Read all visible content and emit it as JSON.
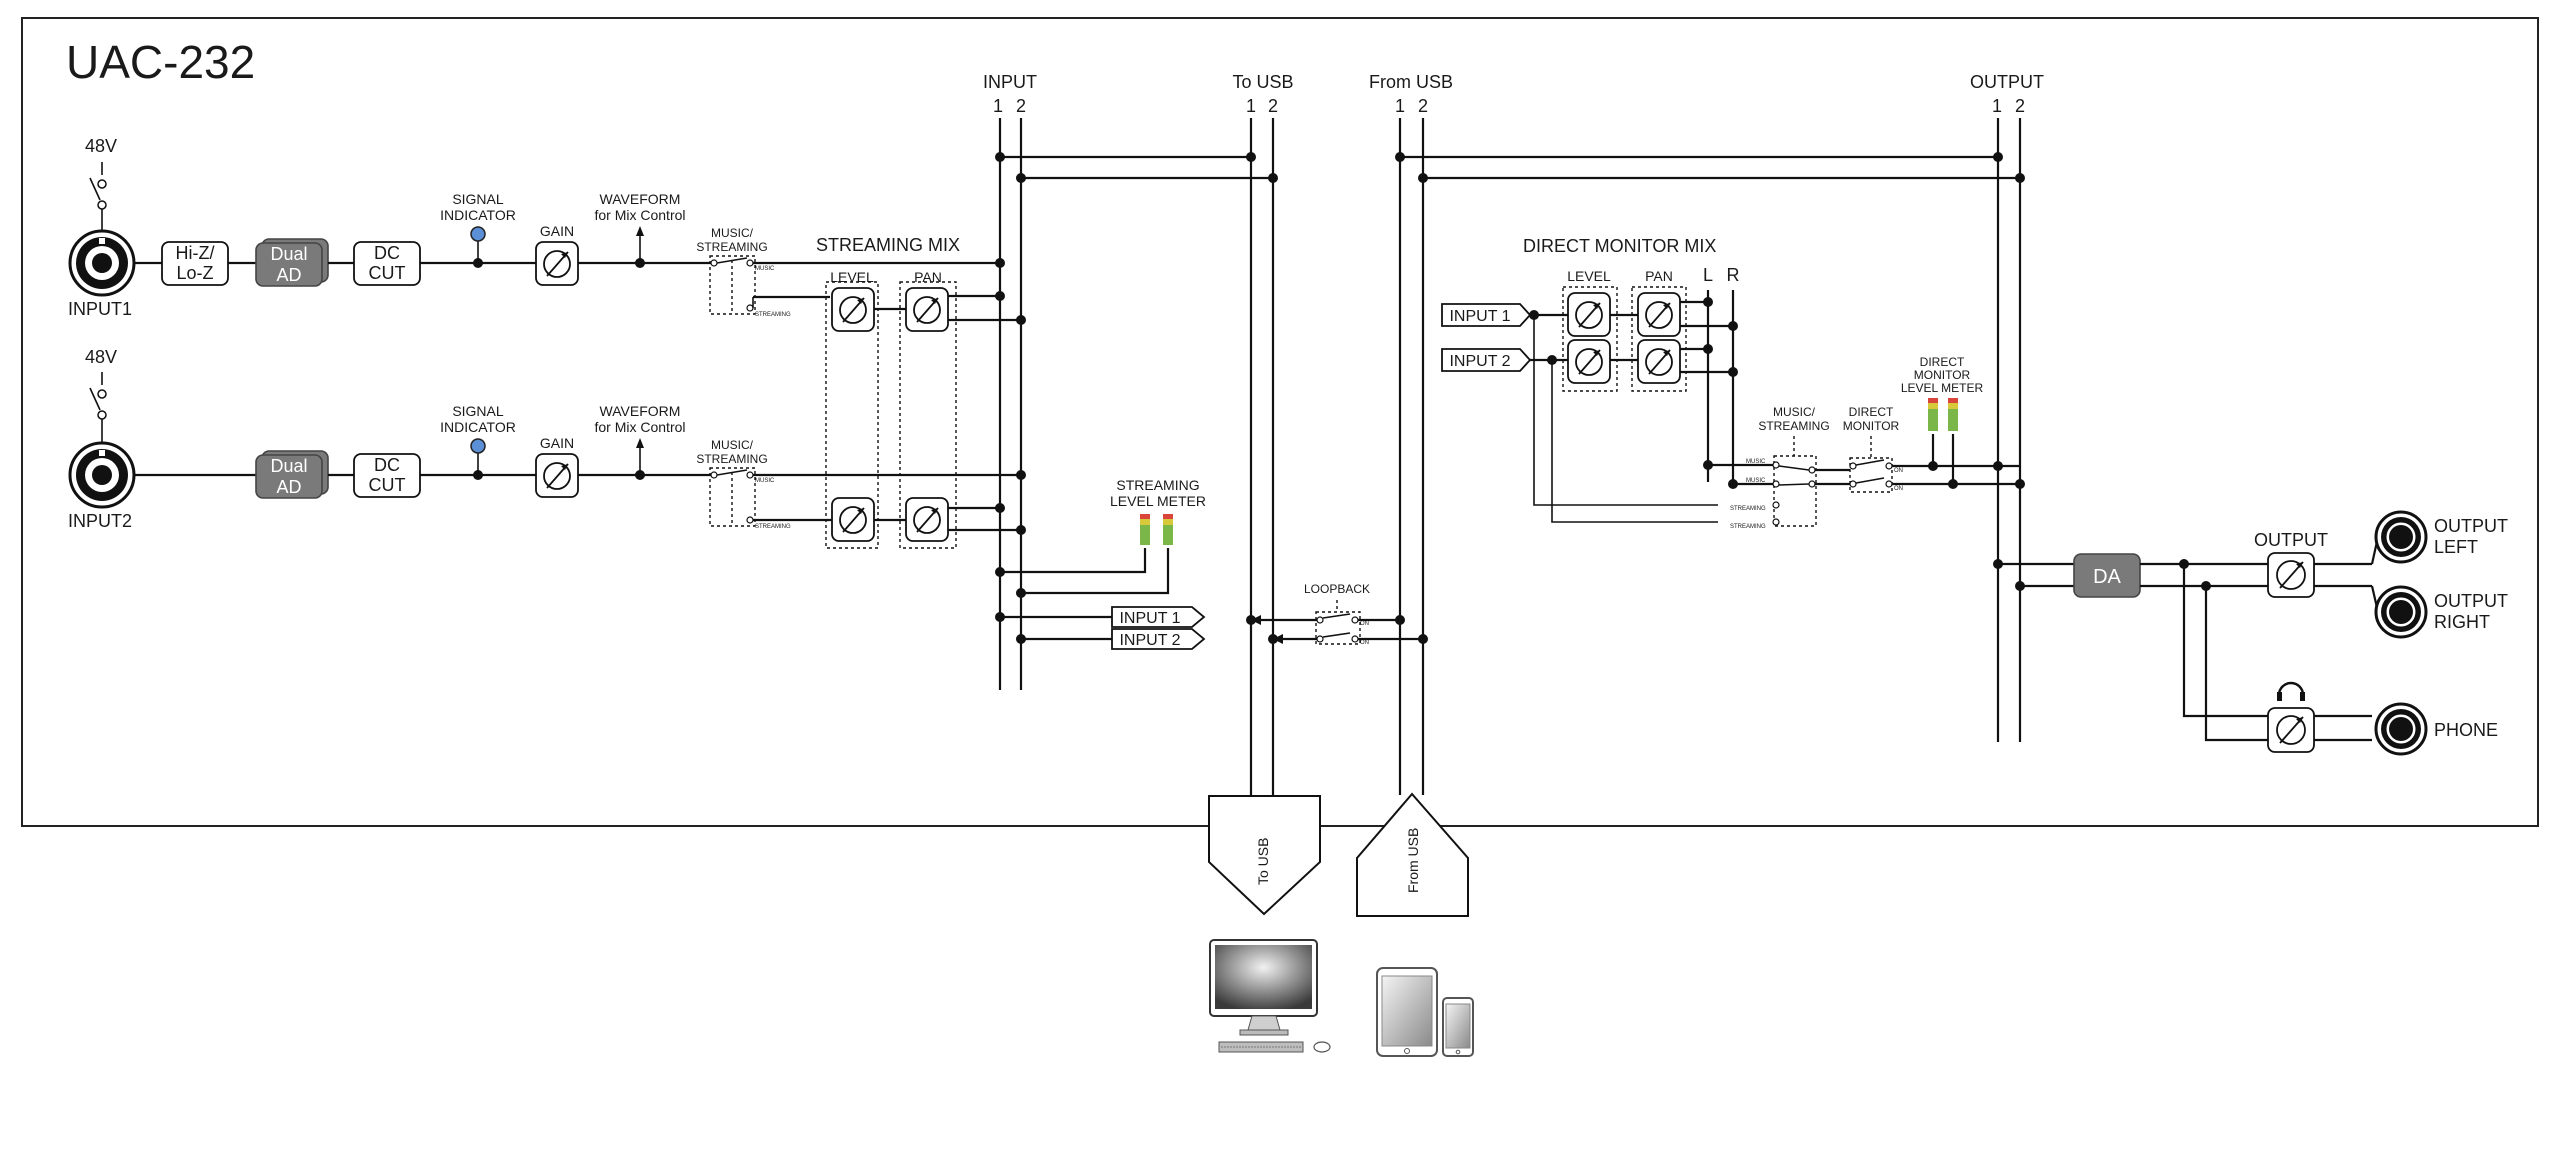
{
  "title": "UAC-232",
  "phantom_label": "48V",
  "inputs": {
    "input1": "INPUT1",
    "input2": "INPUT2",
    "hiz_line1": "Hi-Z/",
    "hiz_line2": "Lo-Z",
    "dual_ad_line1": "Dual",
    "dual_ad_line2": "AD",
    "dc_cut_line1": "DC",
    "dc_cut_line2": "CUT",
    "signal_indicator_line1": "SIGNAL",
    "signal_indicator_line2": "INDICATOR",
    "gain": "GAIN",
    "waveform_line1": "WAVEFORM",
    "waveform_line2": "for Mix Control",
    "music_streaming_line1": "MUSIC/",
    "music_streaming_line2": "STREAMING",
    "music_small": "MUSIC",
    "streaming_small": "STREAMING"
  },
  "streaming_mix": {
    "title": "STREAMING MIX",
    "level": "LEVEL",
    "pan": "PAN",
    "meter_line1": "STREAMING",
    "meter_line2": "LEVEL METER"
  },
  "buses": {
    "input": "INPUT",
    "to_usb": "To USB",
    "from_usb": "From USB",
    "output": "OUTPUT",
    "ch1": "1",
    "ch2": "2"
  },
  "routing": {
    "input1_tag": "INPUT 1",
    "input2_tag": "INPUT 2",
    "loopback": "LOOPBACK",
    "on": "ON"
  },
  "direct_monitor": {
    "title": "DIRECT MONITOR MIX",
    "level": "LEVEL",
    "pan": "PAN",
    "l": "L",
    "r": "R",
    "input1_tag": "INPUT 1",
    "input2_tag": "INPUT 2",
    "music_streaming_line1": "MUSIC/",
    "music_streaming_line2": "STREAMING",
    "dm_line1": "DIRECT",
    "dm_line2": "MONITOR",
    "meter_line1": "DIRECT",
    "meter_line2": "MONITOR",
    "meter_line3": "LEVEL METER"
  },
  "outputs": {
    "da": "DA",
    "output": "OUTPUT",
    "left_line1": "OUTPUT",
    "left_line2": "LEFT",
    "right_line1": "OUTPUT",
    "right_line2": "RIGHT",
    "phone": "PHONE"
  },
  "usb": {
    "to_usb": "To USB",
    "from_usb": "From USB"
  },
  "colors": {
    "signal_dot": "#5b8fd6",
    "dark_box": "#7a7a7a",
    "meter_green": "#7ab648",
    "meter_yellow": "#d7c93a",
    "meter_red": "#d9453a"
  }
}
